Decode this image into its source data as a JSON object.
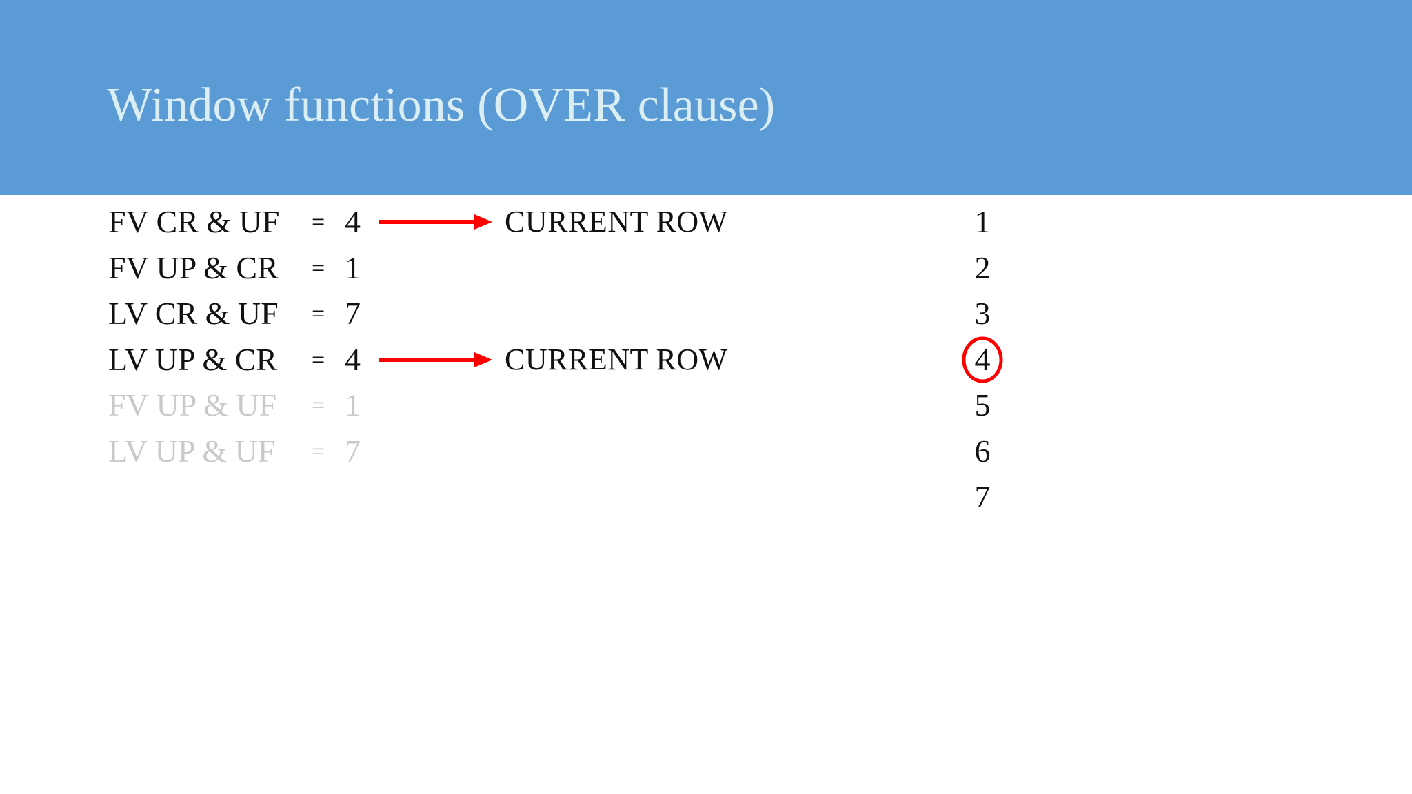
{
  "slide": {
    "title": "Window functions (OVER clause)",
    "banner_color": "#5B9BD5",
    "title_color": "#DBEEF4",
    "background_color": "#FFFFFF",
    "accent_color": "#FF0000",
    "dim_color": "#C9C9C9"
  },
  "frames": [
    {
      "label": "FV CR & UF",
      "equals": "=",
      "value": "4",
      "note": "CURRENT ROW",
      "has_arrow": true,
      "dimmed": false
    },
    {
      "label": "FV UP & CR",
      "equals": "=",
      "value": "1",
      "note": "",
      "has_arrow": false,
      "dimmed": false
    },
    {
      "label": "LV CR & UF",
      "equals": "=",
      "value": "7",
      "note": "",
      "has_arrow": false,
      "dimmed": false
    },
    {
      "label": "LV UP & CR",
      "equals": "=",
      "value": "4",
      "note": "CURRENT ROW",
      "has_arrow": true,
      "dimmed": false
    },
    {
      "label": "FV UP & UF",
      "equals": "=",
      "value": "1",
      "note": "",
      "has_arrow": false,
      "dimmed": true
    },
    {
      "label": "LV UP & UF",
      "equals": "=",
      "value": "7",
      "note": "",
      "has_arrow": false,
      "dimmed": true
    }
  ],
  "row_numbers": {
    "values": [
      "1",
      "2",
      "3",
      "4",
      "5",
      "6",
      "7"
    ],
    "highlighted": "4"
  }
}
